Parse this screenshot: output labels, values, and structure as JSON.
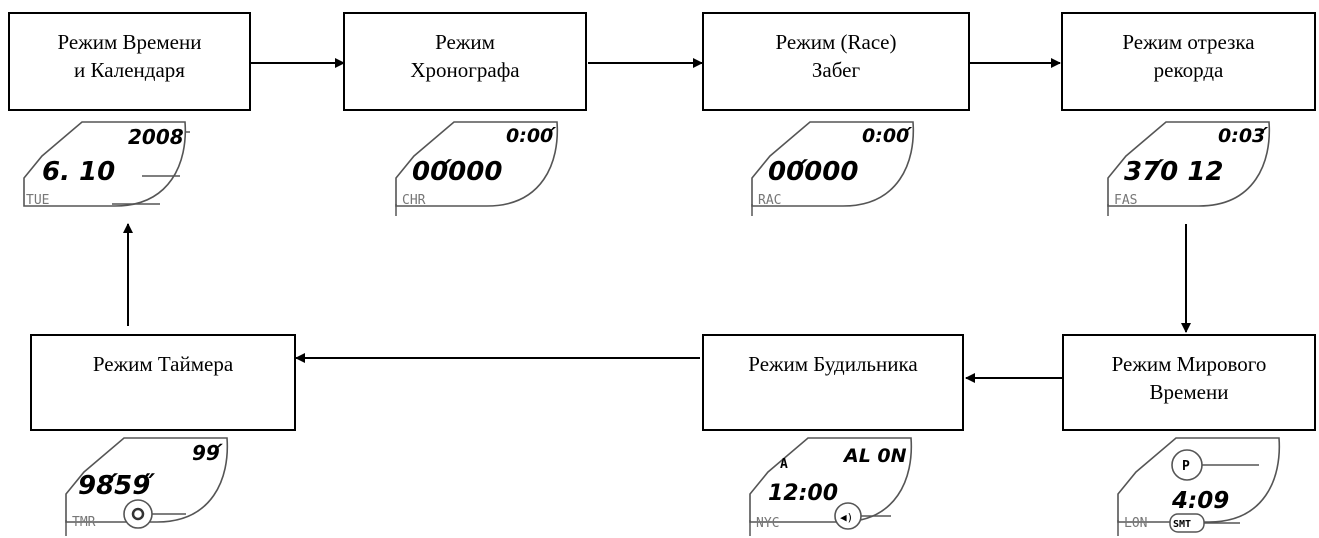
{
  "modes": {
    "time": "Режим Времени\nи Календаря",
    "chrono": "Режим\nХронографа",
    "race": "Режим  (Race)\nЗабег",
    "record": "Режим отрезка\nрекорда",
    "world": "Режим Мирового\nВремени",
    "alarm": "Режим Будильника",
    "timer": "Режим Таймера"
  },
  "displays": {
    "time": {
      "top": "2008",
      "main": "6. 10",
      "label": "TUE"
    },
    "chrono": {
      "top": "0:00́",
      "main": "00́000",
      "label": "CHR"
    },
    "race": {
      "top": "0:00́",
      "main": "00́000",
      "label": "RAC"
    },
    "record": {
      "top": "0:03́",
      "main": "37́0 12",
      "label": "FAS"
    },
    "world": {
      "badge": "P",
      "main": "4:09",
      "label": "LON",
      "tag": "SMT"
    },
    "alarm": {
      "indicator": "A",
      "top": "AL 0N",
      "main": "12:00",
      "label": "NYC",
      "icon": "◀)"
    },
    "timer": {
      "top": "99́",
      "main": "98́59̋",
      "label": "TMR"
    }
  },
  "flow_order": [
    "time",
    "chrono",
    "race",
    "record",
    "world",
    "alarm",
    "timer"
  ]
}
